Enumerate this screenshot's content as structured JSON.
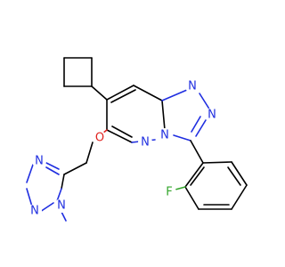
{
  "molecule": {
    "colors": {
      "bond": "#000000",
      "N": "#1f2ee0",
      "O": "#e0221f",
      "F": "#33a52b",
      "background": "#ffffff"
    },
    "atom_labels": {
      "n_tri_top": "N",
      "n_tri_right": "N",
      "n_bridge": "N",
      "n_pyridazine": "N",
      "o_ether": "O",
      "f_aryl": "F",
      "n_triazole2_top": "N",
      "n_triazole2_left": "N",
      "n_triazole2_methyl": "N"
    }
  }
}
